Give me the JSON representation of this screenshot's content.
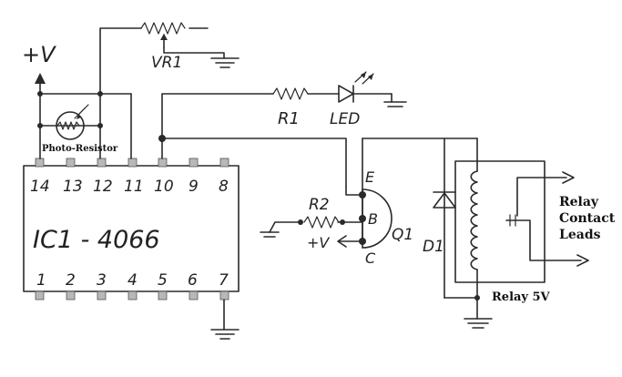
{
  "labels": {
    "supply": "+V",
    "vr1": "VR1",
    "photo_resistor": "Photo-Resistor",
    "r1": "R1",
    "led": "LED",
    "r2": "R2",
    "ic": "IC1 - 4066",
    "emitter": "E",
    "base": "B",
    "collector": "C",
    "q1": "Q1",
    "supply_base": "+V",
    "d1": "D1",
    "relay_leads_1": "Relay",
    "relay_leads_2": "Contact",
    "relay_leads_3": "Leads",
    "relay": "Relay 5V"
  },
  "ic_pins_top": [
    "14",
    "13",
    "12",
    "11",
    "10",
    "9",
    "8"
  ],
  "ic_pins_bottom": [
    "1",
    "2",
    "3",
    "4",
    "5",
    "6",
    "7"
  ]
}
